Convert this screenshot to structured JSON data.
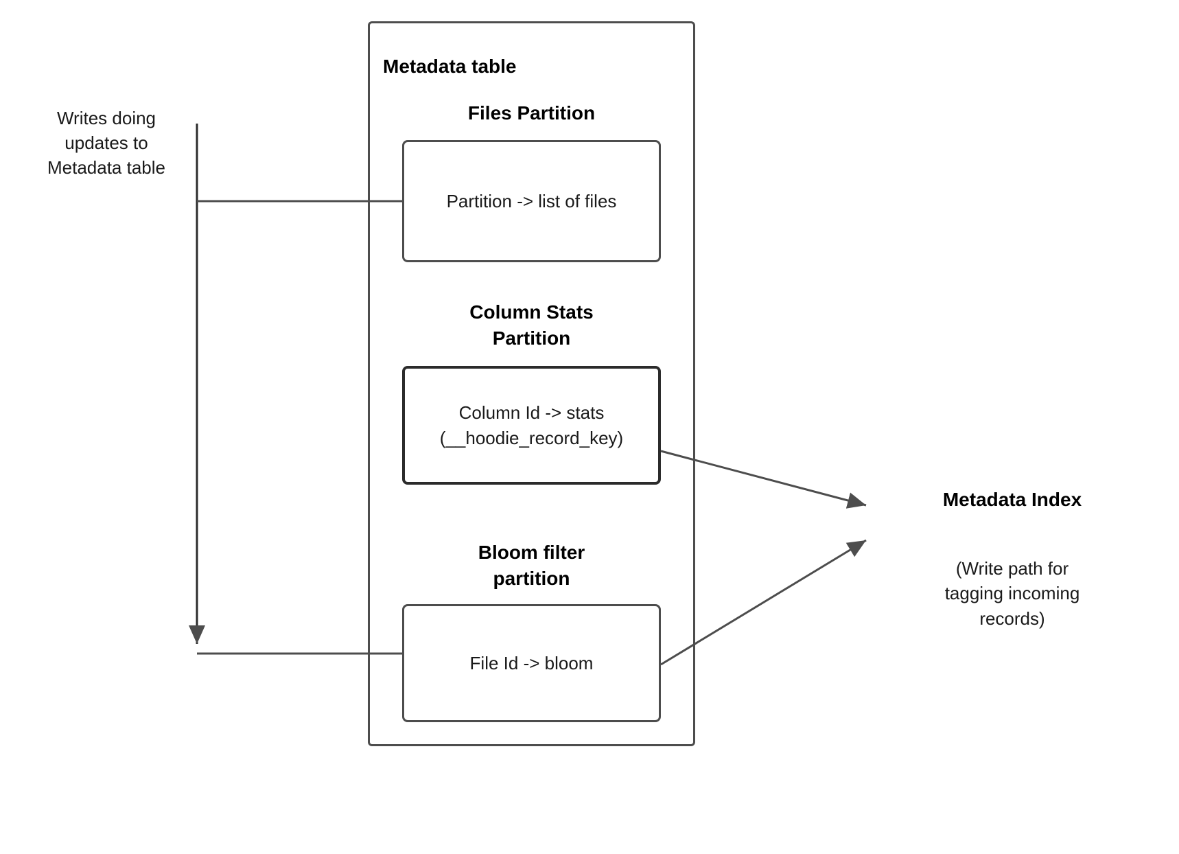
{
  "diagram": {
    "title": "Metadata table",
    "left_note": "Writes doing\nupdates to\nMetadata table",
    "container": {
      "label": "Metadata table",
      "sections": [
        {
          "heading": "Files Partition",
          "box_text": "Partition -> list of files"
        },
        {
          "heading": "Column Stats\nPartition",
          "box_text": "Column Id  -> stats\n(__hoodie_record_key)"
        },
        {
          "heading": "Bloom filter\npartition",
          "box_text": "File Id -> bloom"
        }
      ]
    },
    "index": {
      "title": "Metadata Index",
      "caption": "(Write path for\ntagging incoming\nrecords)"
    },
    "colors": {
      "stroke": "#4d4d4d",
      "stroke_strong": "#2b2b2b",
      "text": "#1a1a1a",
      "background": "#ffffff"
    }
  }
}
